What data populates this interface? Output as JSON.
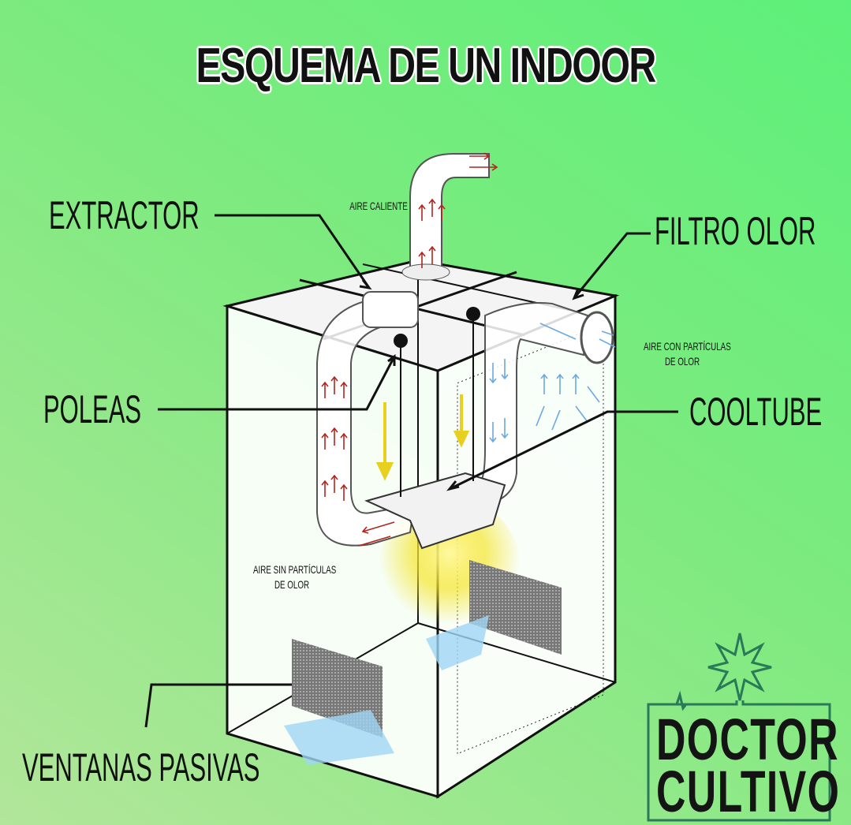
{
  "title": "ESQUEMA DE UN INDOOR",
  "labels": {
    "extractor": "EXTRACTOR",
    "filtro_olor": "FILTRO OLOR",
    "poleas": "POLEAS",
    "cooltube": "COOLTUBE",
    "ventanas_pasivas": "VENTANAS PASIVAS"
  },
  "annotations": {
    "aire_caliente": "AIRE CALIENTE",
    "aire_con_particulas_1": "AIRE CON PARTÍCULAS",
    "aire_con_particulas_2": "DE OLOR",
    "aire_sin_particulas_1": "AIRE SIN PARTÍCULAS",
    "aire_sin_particulas_2": "DE OLOR"
  },
  "logo": {
    "line1": "DOCTOR",
    "line2": "CULTIVO"
  },
  "colors": {
    "hot_air": "#b0261e",
    "odor_air": "#6aa8e0",
    "light": "#f5e52a",
    "line": "#111111"
  }
}
